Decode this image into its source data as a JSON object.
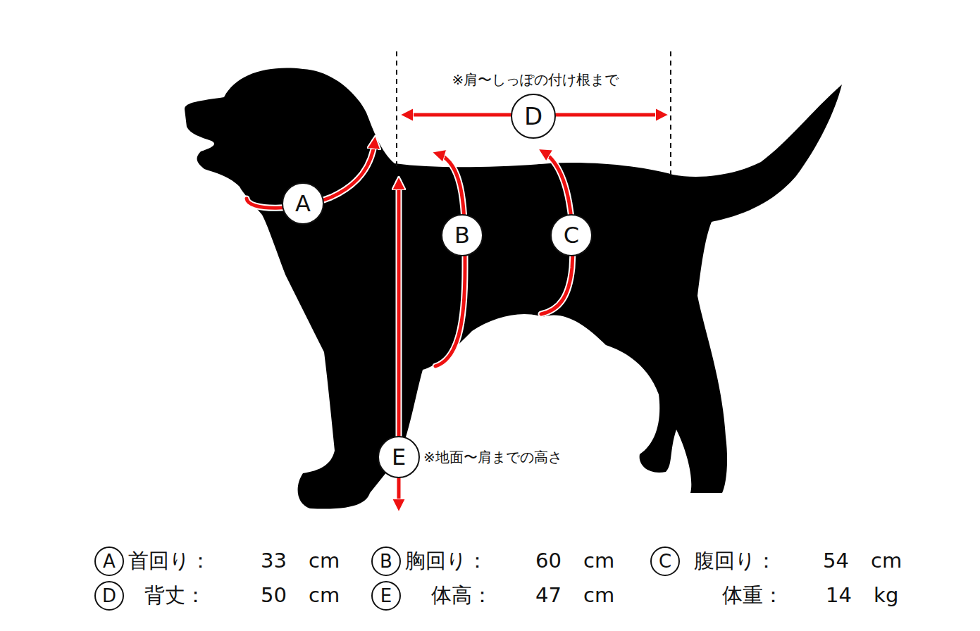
{
  "diagram": {
    "nodes": [
      {
        "text": [
          "D"
        ]
      },
      {
        "text": [
          "A"
        ]
      },
      {
        "text": [
          "B"
        ]
      },
      {
        "text": [
          "C"
        ]
      },
      {
        "text": [
          "E"
        ]
      },
      {
        "text": [
          "A"
        ]
      },
      {
        "text": [
          "B"
        ]
      },
      {
        "text": [
          "C"
        ]
      },
      {
        "text": [
          "D"
        ]
      },
      {
        "text": [
          "E"
        ]
      }
    ],
    "labels": [
      "※肩〜しっぽの付け根まで",
      "※地面〜肩までの高さ",
      "首回り：",
      "33 cm",
      "胸回り：",
      "60 cm",
      "腹回り：",
      "54 cm",
      "背丈：",
      "50 cm",
      "体高：",
      "47 cm",
      "体重：",
      "14 kg"
    ]
  }
}
